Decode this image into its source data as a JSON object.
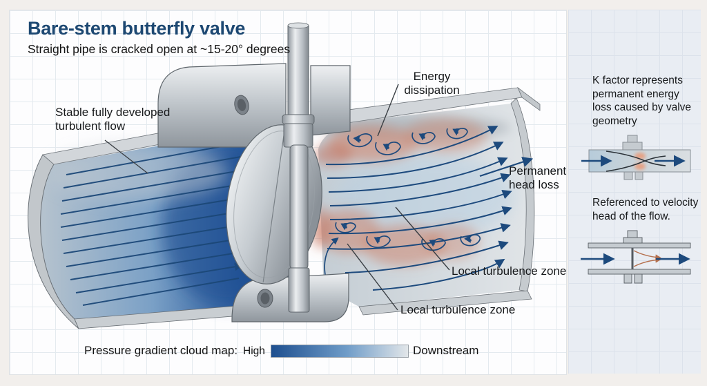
{
  "header": {
    "title": "Bare-stem butterfly valve",
    "subtitle": "Straight pipe is cracked open at ~15-20° degrees"
  },
  "annotations": {
    "stable_flow": "Stable fully developed\nturbulent flow",
    "energy_dissipation": "Energy\ndissipation",
    "permanent_head_loss": "Permanent\nhead loss",
    "local_turbulence_upper": "Local turbulence zone",
    "local_turbulence_lower": "Local turbulence zone"
  },
  "legend": {
    "label": "Pressure gradient cloud map:",
    "high_label": "High",
    "downstream_label": "Downstream",
    "gradient_start_color": "#1e4f8f",
    "gradient_end_color": "#e2e6e9"
  },
  "sidebar": {
    "k_factor_note": "K factor represents\npermanent energy\nloss caused by valve\ngeometry",
    "reference_note": "Referenced to velocity\nhead of the flow."
  },
  "palette": {
    "title_color": "#1d4872",
    "flow_blue": "#1f4f8e",
    "streamline_blue": "#1c4878",
    "arrow_navy": "#1d4a7d",
    "turbulence_red": "#cd7f66",
    "metal_gray": "#b9bfc5"
  }
}
